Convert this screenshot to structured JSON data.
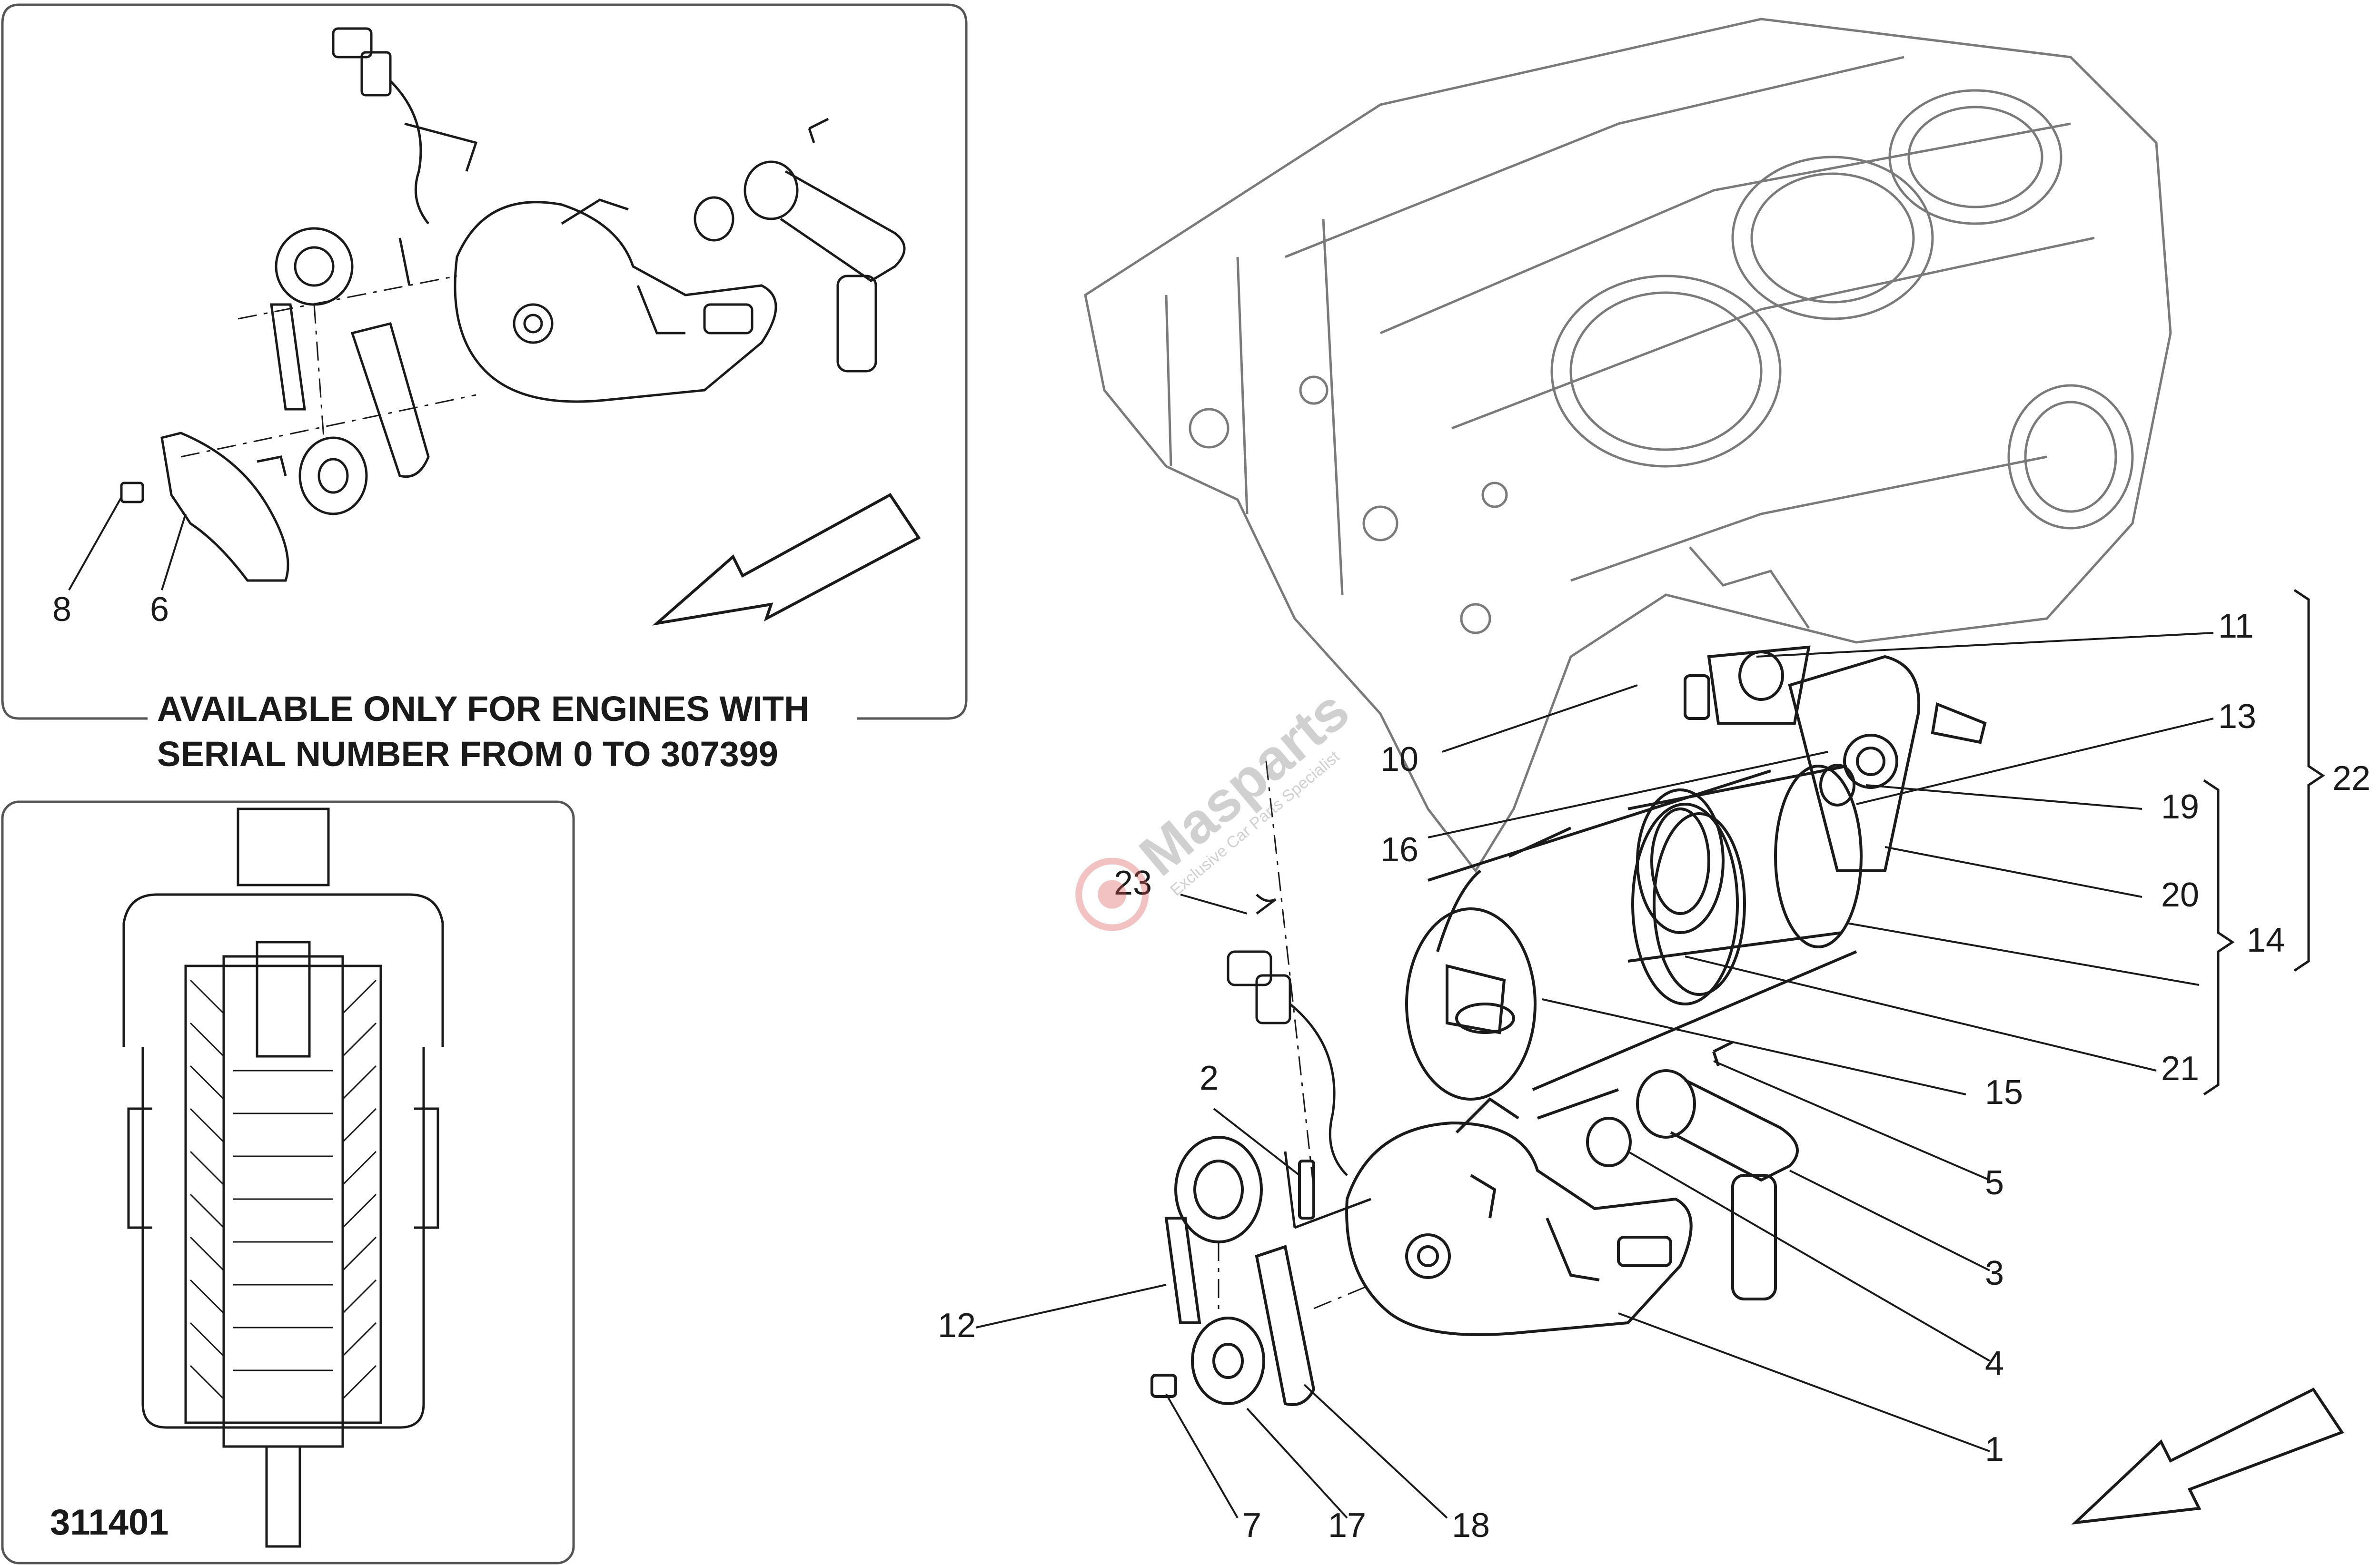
{
  "inset_top": {
    "caption_line1": "AVAILABLE ONLY FOR ENGINES WITH",
    "caption_line2": "SERIAL NUMBER FROM 0 TO 307399",
    "callouts": [
      "8",
      "6"
    ]
  },
  "inset_bottom": {
    "drawing_code": "311401"
  },
  "main": {
    "callouts": [
      "11",
      "13",
      "22",
      "10",
      "16",
      "19",
      "20",
      "14",
      "23",
      "21",
      "15",
      "2",
      "5",
      "3",
      "12",
      "4",
      "1",
      "7",
      "17",
      "18"
    ]
  },
  "watermark": {
    "brand": "Masparts",
    "tagline": "Exclusive Car Parts Specialist",
    "color": "#d9534f"
  },
  "colors": {
    "line": "#1a1a1a",
    "faint": "#7a7a7a",
    "frame": "#555555"
  }
}
